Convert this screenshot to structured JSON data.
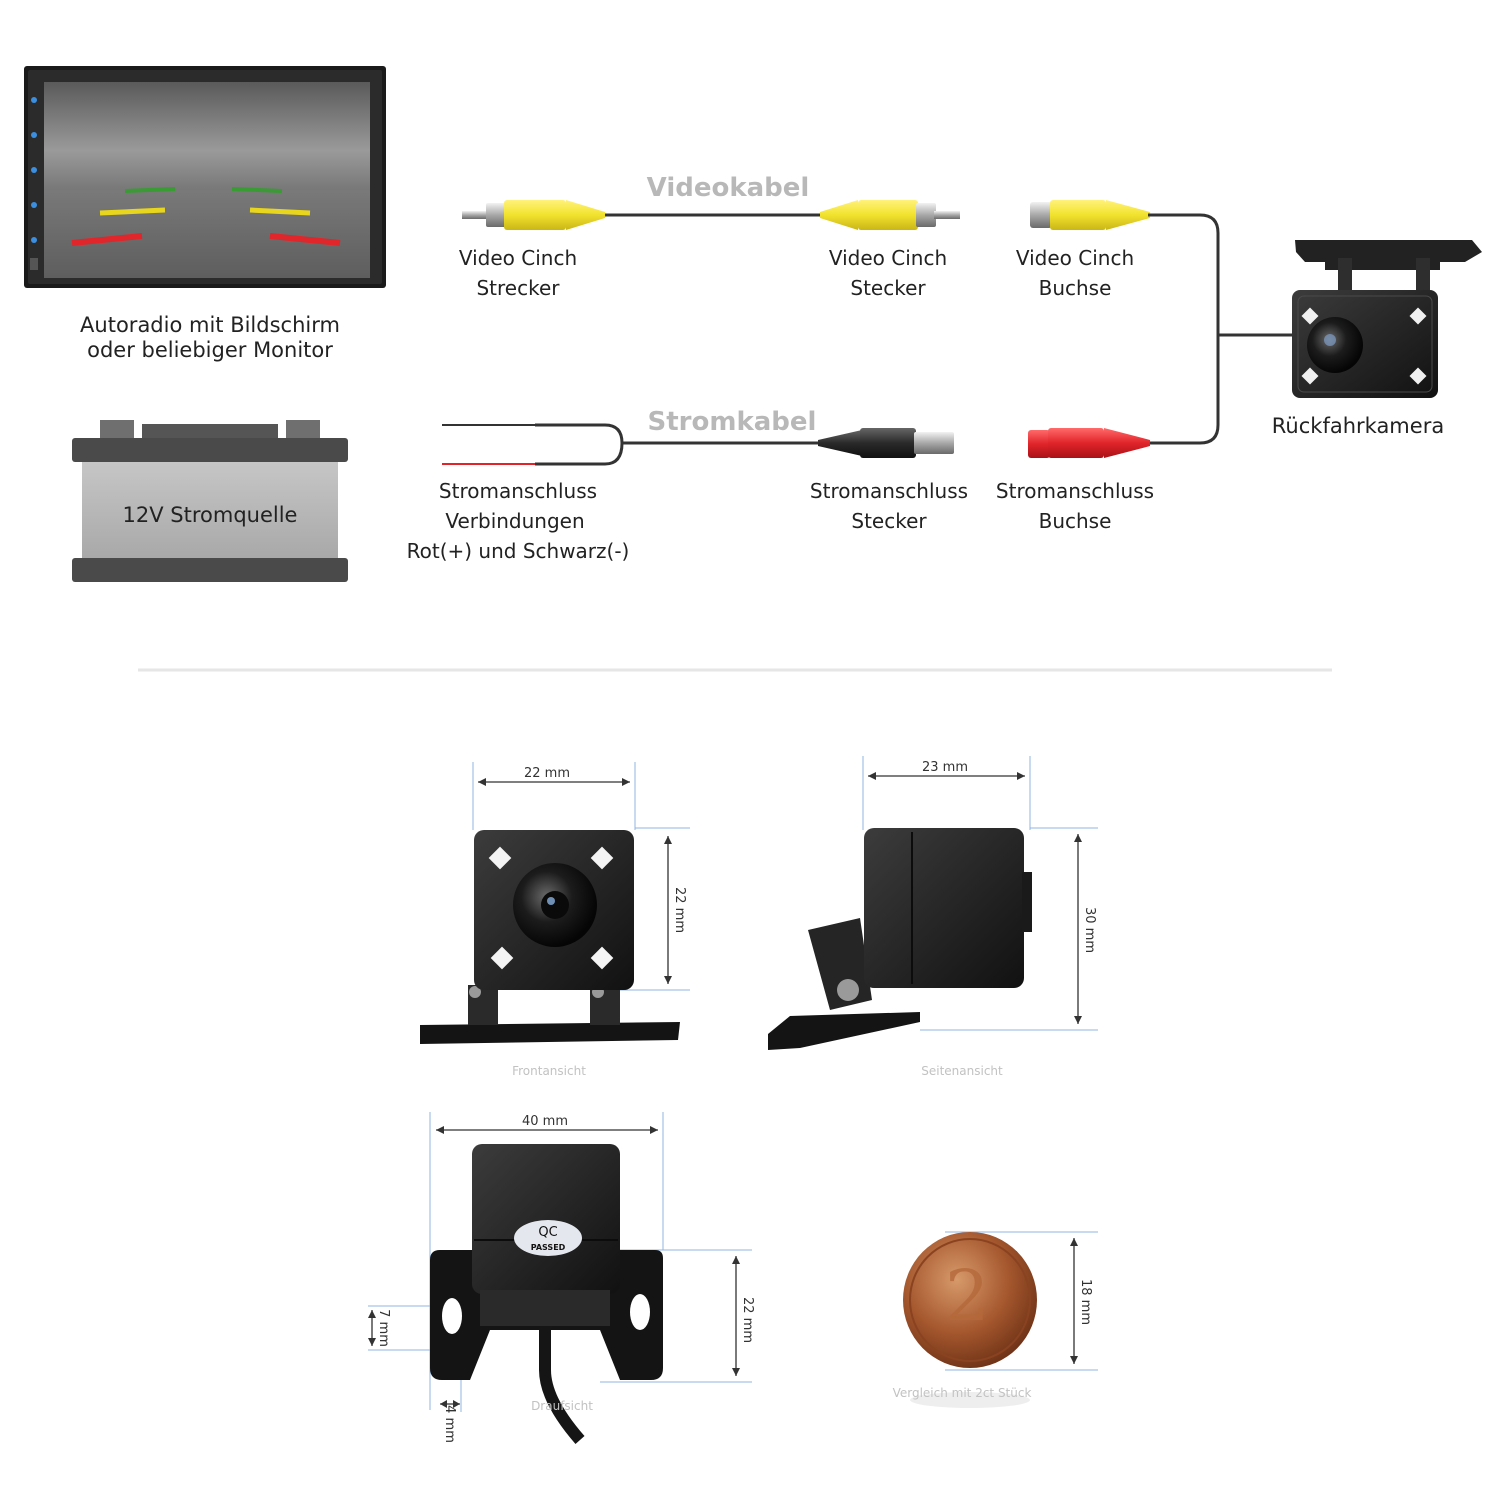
{
  "wiring": {
    "monitor_label_line1": "Autoradio mit Bildschirm",
    "monitor_label_line2": "oder beliebiger Monitor",
    "battery_label": "12V Stromquelle",
    "video_cable_title": "Videokabel",
    "power_cable_title": "Stromkabel",
    "video_plug_left_line1": "Video Cinch",
    "video_plug_left_line2": "Strecker",
    "video_plug_right_line1": "Video Cinch",
    "video_plug_right_line2": "Stecker",
    "video_socket_line1": "Video Cinch",
    "video_socket_line2": "Buchse",
    "power_leads_line1": "Stromanschluss",
    "power_leads_line2": "Verbindungen",
    "power_leads_line3": "Rot(+) und Schwarz(-)",
    "power_plug_line1": "Stromanschluss",
    "power_plug_line2": "Stecker",
    "power_socket_line1": "Stromanschluss",
    "power_socket_line2": "Buchse",
    "camera_label": "Rückfahrkamera"
  },
  "dimensions": {
    "front_width": "22 mm",
    "front_height": "22 mm",
    "front_caption": "Frontansicht",
    "side_width": "23 mm",
    "side_height": "30 mm",
    "side_caption": "Seitenansicht",
    "top_width": "40 mm",
    "top_height": "22 mm",
    "top_hole": "7 mm",
    "top_edge": "4 mm",
    "top_caption": "Draufsicht",
    "qc_line1": "QC",
    "qc_line2": "PASSED",
    "coin_height": "18 mm",
    "coin_caption": "Vergleich mit 2ct Stück"
  },
  "colors": {
    "video_connector": "#f2e22e",
    "power_socket": "#e0242a",
    "power_plug": "#2a2a2a",
    "guide_line": "#8fb6e6",
    "title_gray": "#b8b8b8",
    "guide_red": "#e0262a",
    "guide_yellow": "#e8d51e",
    "guide_green": "#3a9a34"
  }
}
